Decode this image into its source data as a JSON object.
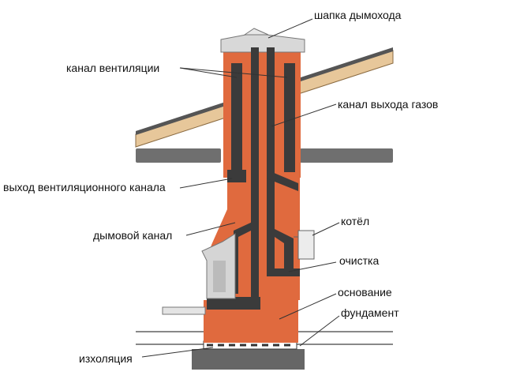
{
  "labels": {
    "chimney_cap": "шапка дымохода",
    "ventilation_channel": "канал вентиляции",
    "gas_outlet_channel": "канал выхода газов",
    "ventilation_outlet": "выход вентиляционного канала",
    "smoke_channel": "дымовой канал",
    "boiler": "котёл",
    "cleaning": "очистка",
    "base": "основание",
    "foundation": "фундамент",
    "insulation": "изхоляция"
  },
  "colors": {
    "brick": "#e06a3e",
    "brick_dark": "#c55330",
    "channel": "#3b3b3b",
    "cap": "#d8d8d8",
    "roof": "#e7c79a",
    "beam": "#6f6f6f",
    "floor_line": "#8a8a8a",
    "pipe": "#e4e4e4",
    "leader": "#333333"
  }
}
